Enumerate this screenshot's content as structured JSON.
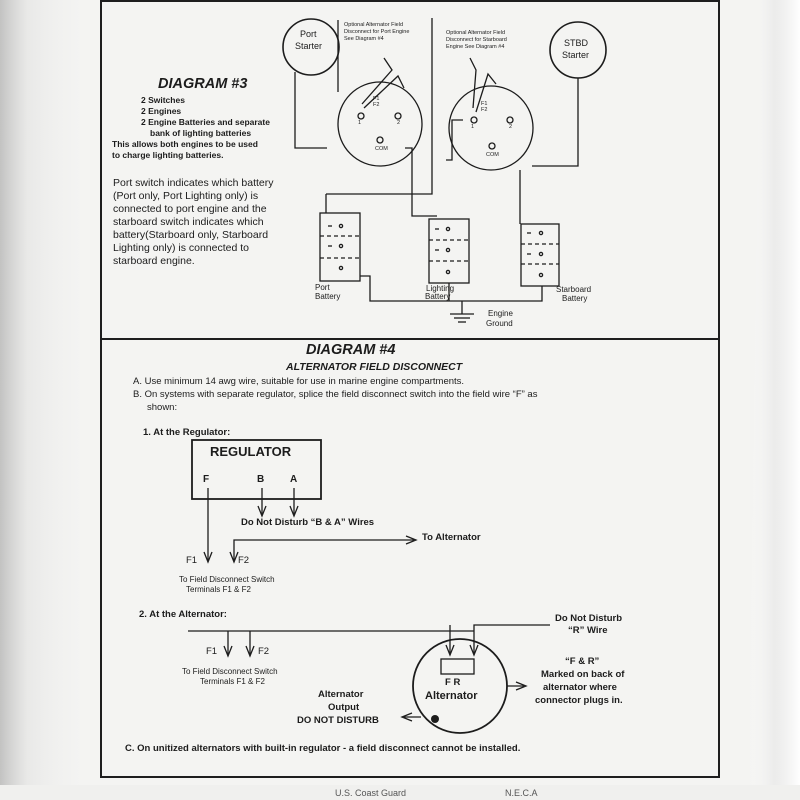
{
  "diagram3": {
    "title": "DIAGRAM #3",
    "specs": [
      "2 Switches",
      "2 Engines",
      "2 Engine Batteries and separate",
      "bank of lighting batteries"
    ],
    "summary": [
      "This allows both engines to be used",
      "to charge lighting batteries."
    ],
    "description": [
      "Port switch indicates which battery",
      "(Port only, Port Lighting only) is",
      "connected to port engine and the",
      "starboard switch indicates which",
      "battery(Starboard only, Starboard",
      "Lighting only) is connected to",
      "starboard engine."
    ],
    "port_starter": [
      "Port",
      "Starter"
    ],
    "stbd_starter": [
      "STBD",
      "Starter"
    ],
    "port_note": [
      "Optional Alternator Field",
      "Disconnect for Port Engine",
      "See Diagram #4"
    ],
    "stbd_note": [
      "Optional Alternator Field",
      "Disconnect for Starboard",
      "Engine See Diagram #4"
    ],
    "switch_labels": {
      "f1": "F1",
      "f2": "F2",
      "one": "1",
      "two": "2",
      "com": "COM"
    },
    "port_battery": [
      "Port",
      "Battery"
    ],
    "lighting_battery": [
      "Lighting",
      "Battery"
    ],
    "starboard_battery": [
      "Starboard",
      "Battery"
    ],
    "engine_ground": [
      "Engine",
      "Ground"
    ]
  },
  "diagram4": {
    "title": "DIAGRAM #4",
    "subtitle": "ALTERNATOR FIELD DISCONNECT",
    "item_a": "A. Use minimum 14 awg wire, suitable for use in marine engine compartments.",
    "item_b": [
      "B. On systems with separate regulator, splice the field disconnect switch into the field wire “F” as",
      "shown:"
    ],
    "step1": "1. At the Regulator:",
    "regulator": {
      "title": "REGULATOR",
      "f": "F",
      "b": "B",
      "a": "A"
    },
    "do_not_disturb_ba": "Do Not Disturb “B & A” Wires",
    "to_alternator": "To Alternator",
    "f1": "F1",
    "f2": "F2",
    "to_switch_1": [
      "To Field Disconnect Switch",
      "Terminals F1 & F2"
    ],
    "step2": "2. At the Alternator:",
    "to_switch_2": [
      "To Field Disconnect Switch",
      "Terminals F1 & F2"
    ],
    "do_not_disturb_r": [
      "Do Not Disturb",
      "“R” Wire"
    ],
    "marked": [
      "“F & R”",
      "Marked on back of",
      "alternator where",
      "connector plugs in."
    ],
    "alternator": {
      "fr": "F  R",
      "label": "Alternator"
    },
    "output": [
      "Alternator",
      "Output",
      "DO NOT DISTURB"
    ],
    "item_c": "C. On unitized alternators with built-in regulator - a field disconnect cannot be installed."
  },
  "footer": {
    "left": "U.S. Coast Guard",
    "right": "N.E.C.A"
  }
}
